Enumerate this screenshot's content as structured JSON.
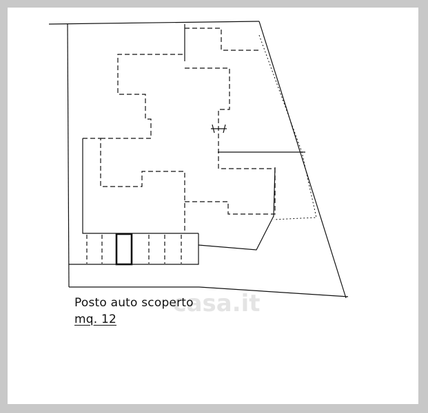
{
  "plan": {
    "caption_line1": "Posto auto  scoperto",
    "caption_line2": "mq. 12",
    "watermark_text": "casa.it"
  },
  "colors": {
    "background": "#c8c8c8",
    "paper": "#ffffff",
    "ink": "#111111",
    "watermark": "#d9d9d9"
  }
}
